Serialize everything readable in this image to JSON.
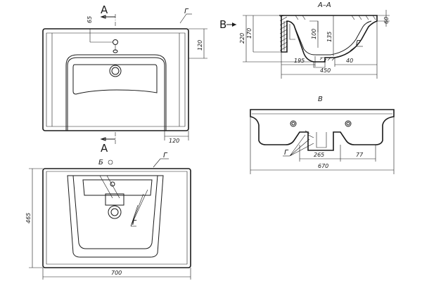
{
  "markers": {
    "section_top": "A",
    "section_bottom": "A",
    "view_b": "B"
  },
  "section_title": "А–А",
  "view_title": "В",
  "bottom_label": "Б",
  "callout": "Г",
  "top_view": {
    "dim_65": "65",
    "dim_120_right": "120",
    "dim_120_bottom": "120"
  },
  "section_view": {
    "dim_220": "220",
    "dim_170": "170",
    "dim_100": "100",
    "dim_135": "135",
    "dim_60": "60",
    "dim_195": "195",
    "dim_40": "40",
    "dim_450": "450"
  },
  "front_view": {
    "dim_265": "265",
    "dim_77": "77",
    "dim_670": "670"
  },
  "bottom_view": {
    "dim_465": "465",
    "dim_700": "700"
  }
}
